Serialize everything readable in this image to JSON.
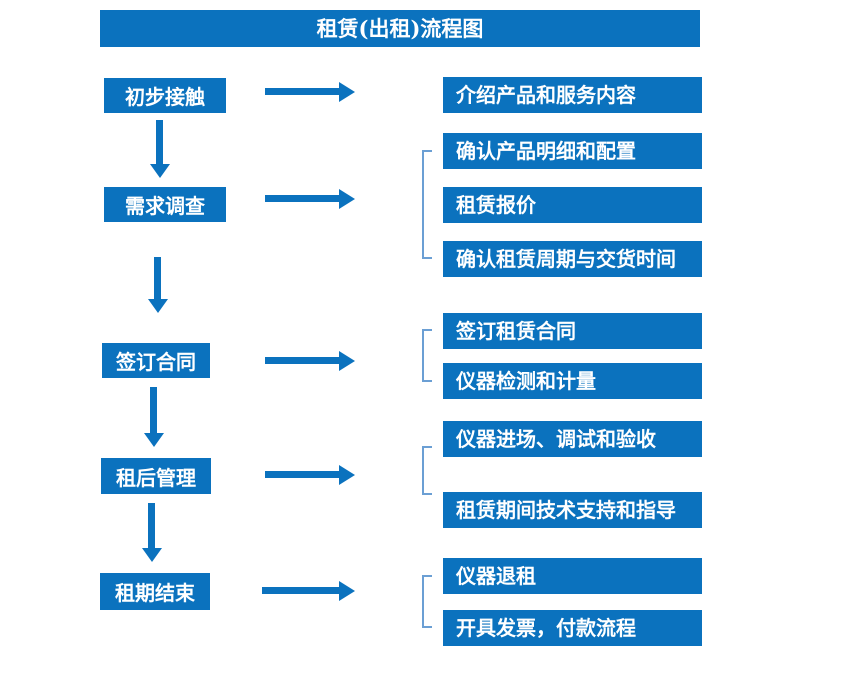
{
  "title": "租赁(出租)流程图",
  "colors": {
    "box_blue": "#0b72be",
    "bracket_blue": "#6b9fd4",
    "text_white": "#ffffff",
    "background": "#ffffff"
  },
  "steps": [
    {
      "label": "初步接触",
      "outputs": [
        "介绍产品和服务内容"
      ]
    },
    {
      "label": "需求调查",
      "outputs": [
        "确认产品明细和配置",
        "租赁报价",
        "确认租赁周期与交货时间"
      ]
    },
    {
      "label": "签订合同",
      "outputs": [
        "签订租赁合同",
        "仪器检测和计量"
      ]
    },
    {
      "label": "租后管理",
      "outputs": [
        "仪器进场、调试和验收",
        "租赁期间技术支持和指导"
      ]
    },
    {
      "label": "租期结束",
      "outputs": [
        "仪器退租",
        "开具发票，付款流程"
      ]
    }
  ]
}
